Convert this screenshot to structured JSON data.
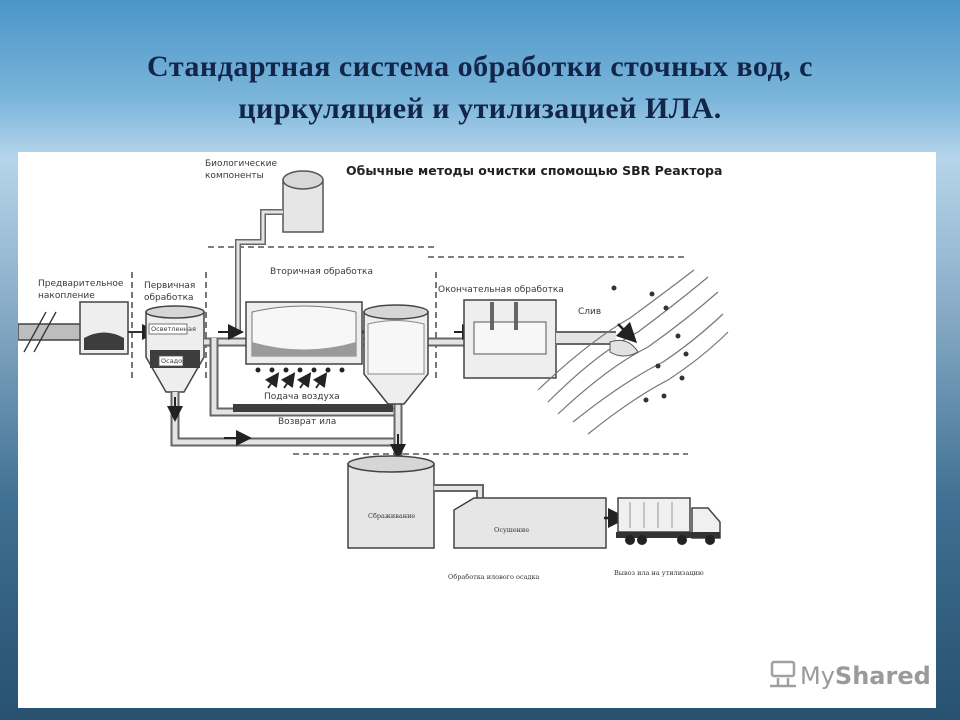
{
  "slide": {
    "title_line1": "Стандартная система обработки сточных вод, с",
    "title_line2": "циркуляцией и утилизацией ИЛА."
  },
  "diagram": {
    "heading": "Обычные методы очистки спомощью SBR Реактора",
    "labels": {
      "bio_components_1": "Биологические",
      "bio_components_2": "компоненты",
      "pre_storage_1": "Предварительное",
      "pre_storage_2": "накопление",
      "primary_1": "Первичная",
      "primary_2": "обработка",
      "clarified": "Осветленная",
      "sediment": "Осадок",
      "secondary": "Вторичная обработка",
      "air_supply": "Подача воздуха",
      "sludge_return": "Возврат ила",
      "final": "Окончательная обработка",
      "discharge": "Слив",
      "fermentation": "Сбраживание",
      "drying": "Осушение",
      "sludge_treatment": "Обработка илового осадка",
      "disposal": "Вывоз ила на утилизацию"
    }
  },
  "watermark": {
    "brand_prefix": "My",
    "brand_suffix": "Shared"
  }
}
